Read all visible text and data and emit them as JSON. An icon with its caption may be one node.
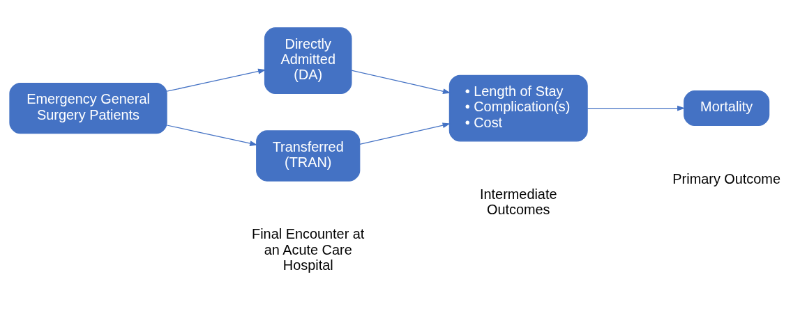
{
  "diagram": {
    "nodes": [
      {
        "text": [
          "Emergency General Surgery Patients"
        ]
      },
      {
        "text": [
          "Directly Admitted (DA)"
        ]
      },
      {
        "text": [
          "Transferred (TRAN)"
        ]
      },
      {
        "text": [
          "• Length of Stay",
          "• Complication(s)",
          "• Cost"
        ]
      },
      {
        "text": [
          "Mortality"
        ]
      }
    ],
    "edges": [
      {
        "from": 0,
        "to": 1,
        "arrow": "to"
      },
      {
        "from": 0,
        "to": 2,
        "arrow": "to"
      },
      {
        "from": 1,
        "to": 3,
        "arrow": "to"
      },
      {
        "from": 2,
        "to": 3,
        "arrow": "to"
      },
      {
        "from": 3,
        "to": 4,
        "arrow": "to"
      }
    ],
    "labels": [
      "Final Encounter at an Acute Care Hospital",
      "Intermediate Outcomes",
      "Primary Outcome"
    ]
  }
}
